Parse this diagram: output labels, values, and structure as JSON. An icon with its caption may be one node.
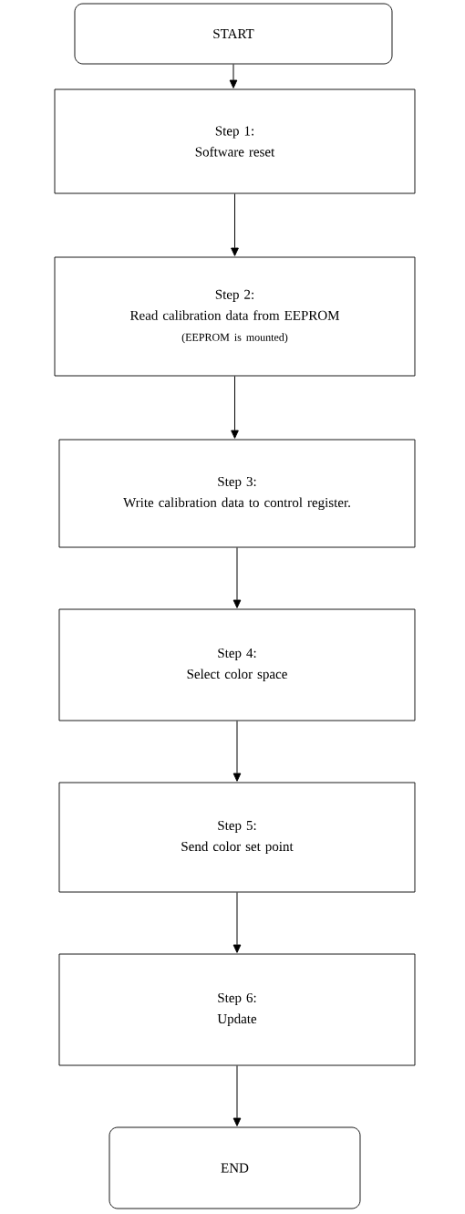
{
  "diagram": {
    "nodes": [
      {
        "text": [
          "START"
        ]
      },
      {
        "text": [
          "Step 1:",
          "Software reset"
        ]
      },
      {
        "text": [
          "Step 2:",
          "Read calibration data from EEPROM",
          "(EEPROM is mounted)"
        ]
      },
      {
        "text": [
          "Step 3:",
          "Write calibration data to control register."
        ]
      },
      {
        "text": [
          "Step 4:",
          "Select color space"
        ]
      },
      {
        "text": [
          "Step 5:",
          "Send color set point"
        ]
      },
      {
        "text": [
          "Step 6:",
          "Update"
        ]
      },
      {
        "text": [
          "END"
        ]
      }
    ],
    "edges": [
      {
        "from": 0,
        "to": 1,
        "arrow": "to"
      },
      {
        "from": 1,
        "to": 2,
        "arrow": "to"
      },
      {
        "from": 2,
        "to": 3,
        "arrow": "to"
      },
      {
        "from": 3,
        "to": 4,
        "arrow": "to"
      },
      {
        "from": 4,
        "to": 5,
        "arrow": "to"
      },
      {
        "from": 5,
        "to": 6,
        "arrow": "to"
      },
      {
        "from": 6,
        "to": 7,
        "arrow": "to"
      }
    ]
  }
}
